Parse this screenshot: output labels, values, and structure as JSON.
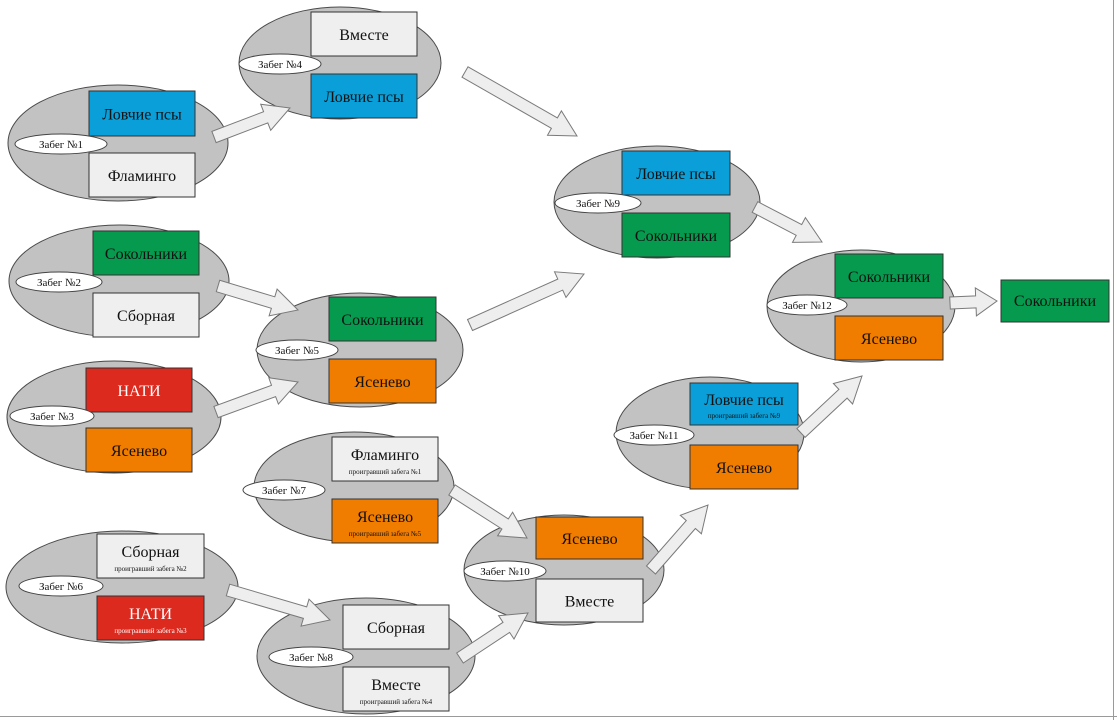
{
  "colors": {
    "ellipse_fill": "#c2c2c2",
    "team_blue": "#0a9fd8",
    "team_green": "#069a4e",
    "team_red": "#dc2a1f",
    "team_orange": "#f07c00",
    "team_light": "#efefef",
    "arrow_fill": "#eeeeee"
  },
  "heats": [
    {
      "id": "h1",
      "label": "Забег №1",
      "top": {
        "name": "Ловчие псы",
        "color": "blue"
      },
      "bottom": {
        "name": "Фламинго",
        "color": "light"
      }
    },
    {
      "id": "h2",
      "label": "Забег №2",
      "top": {
        "name": "Сокольники",
        "color": "green"
      },
      "bottom": {
        "name": "Сборная",
        "color": "light"
      }
    },
    {
      "id": "h3",
      "label": "Забег №3",
      "top": {
        "name": "НАТИ",
        "color": "red"
      },
      "bottom": {
        "name": "Ясенево",
        "color": "orange"
      }
    },
    {
      "id": "h4",
      "label": "Забег №4",
      "top": {
        "name": "Вместе",
        "color": "light"
      },
      "bottom": {
        "name": "Ловчие псы",
        "color": "blue"
      }
    },
    {
      "id": "h5",
      "label": "Забег №5",
      "top": {
        "name": "Сокольники",
        "color": "green"
      },
      "bottom": {
        "name": "Ясенево",
        "color": "orange"
      }
    },
    {
      "id": "h6",
      "label": "Забег №6",
      "top": {
        "name": "Сборная",
        "note": "проигравший забега №2",
        "color": "light"
      },
      "bottom": {
        "name": "НАТИ",
        "note": "проигравший забега №3",
        "color": "red"
      }
    },
    {
      "id": "h7",
      "label": "Забег №7",
      "top": {
        "name": "Фламинго",
        "note": "проигравший забега №1",
        "color": "light"
      },
      "bottom": {
        "name": "Ясенево",
        "note": "проигравший забега №5",
        "color": "orange"
      }
    },
    {
      "id": "h8",
      "label": "Забег №8",
      "top": {
        "name": "Сборная",
        "color": "light"
      },
      "bottom": {
        "name": "Вместе",
        "note": "проигравший забега №4",
        "color": "light"
      }
    },
    {
      "id": "h9",
      "label": "Забег №9",
      "top": {
        "name": "Ловчие псы",
        "color": "blue"
      },
      "bottom": {
        "name": "Сокольники",
        "color": "green"
      }
    },
    {
      "id": "h10",
      "label": "Забег №10",
      "top": {
        "name": "Ясенево",
        "color": "orange"
      },
      "bottom": {
        "name": "Вместе",
        "color": "light"
      }
    },
    {
      "id": "h11",
      "label": "Забег №11",
      "top": {
        "name": "Ловчие псы",
        "note": "проигравший забега №9",
        "color": "blue"
      },
      "bottom": {
        "name": "Ясенево",
        "color": "orange"
      }
    },
    {
      "id": "h12",
      "label": "Забег №12",
      "top": {
        "name": "Сокольники",
        "color": "green"
      },
      "bottom": {
        "name": "Ясенево",
        "color": "orange"
      }
    }
  ],
  "winner": {
    "name": "Сокольники",
    "color": "green"
  }
}
